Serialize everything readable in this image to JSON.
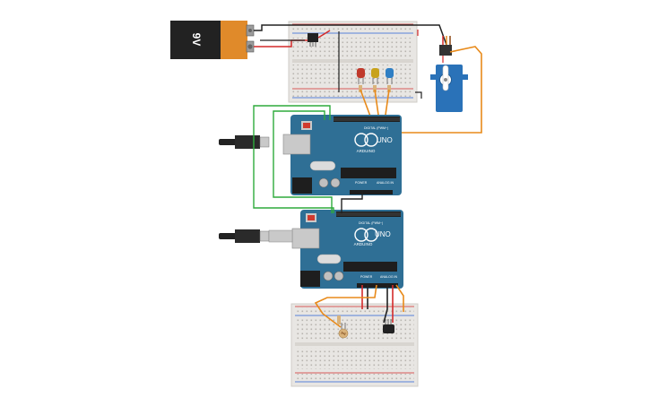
{
  "battery": {
    "label": "9V"
  },
  "arduino_top": {
    "brand": "ARDUINO",
    "model": "UNO",
    "power_label": "POWER",
    "analog_label": "ANALOG IN",
    "digital_label": "DIGITAL (PWM~)"
  },
  "arduino_bottom": {
    "brand": "ARDUINO",
    "model": "UNO",
    "power_label": "POWER",
    "analog_label": "ANALOG IN",
    "digital_label": "DIGITAL (PWM~)"
  },
  "colors": {
    "arduino": "#2f6f95",
    "arduino_dark": "#25597a",
    "breadboard": "#e8e6e3",
    "wire_green": "#2eaa3c",
    "wire_orange": "#e88a1a",
    "wire_black": "#222222",
    "wire_red": "#d42a2a",
    "servo": "#2a72b8",
    "led_red": "#c0392b",
    "led_yellow": "#c8a21a",
    "led_blue": "#2f7fc4"
  },
  "components": {
    "leds": [
      "led_red",
      "led_yellow",
      "led_blue"
    ],
    "icons": [
      "battery-icon",
      "servo-icon",
      "usb-cable-icon",
      "transistor-icon",
      "potentiometer-icon",
      "photoresistor-icon"
    ]
  }
}
